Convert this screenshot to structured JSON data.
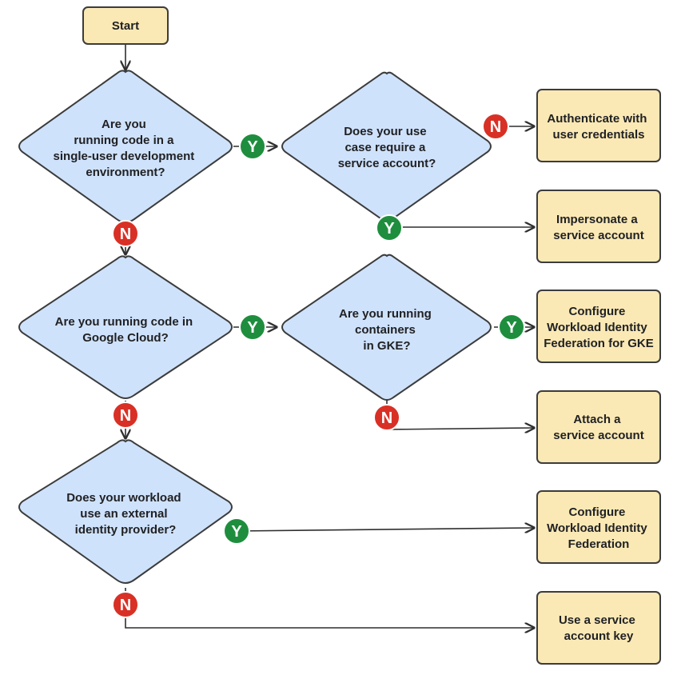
{
  "diagram": {
    "start": "Start",
    "decisions": {
      "single_user": [
        "Are you",
        "running code in a",
        "single-user development",
        "environment?"
      ],
      "service_account": [
        "Does your use",
        "case require a",
        "service account?"
      ],
      "google_cloud": [
        "Are you running code in",
        "Google Cloud?"
      ],
      "gke": [
        "Are you running",
        "containers",
        "in GKE?"
      ],
      "external_idp": [
        "Does your workload",
        "use an external",
        "identity provider?"
      ]
    },
    "outcomes": {
      "user_credentials": [
        "Authenticate with",
        "user credentials"
      ],
      "impersonate": [
        "Impersonate a",
        "service account"
      ],
      "wif_gke": [
        "Configure",
        "Workload Identity",
        "Federation for GKE"
      ],
      "attach": [
        "Attach a",
        "service account"
      ],
      "wif": [
        "Configure",
        "Workload Identity",
        "Federation"
      ],
      "key": [
        "Use a service",
        "account key"
      ]
    },
    "badges": {
      "yes": "Y",
      "no": "N"
    },
    "colors": {
      "yes": "#1e8e3e",
      "no": "#d93025",
      "decision_fill": "#cfe2fb",
      "outcome_fill": "#fbe9b5"
    }
  }
}
